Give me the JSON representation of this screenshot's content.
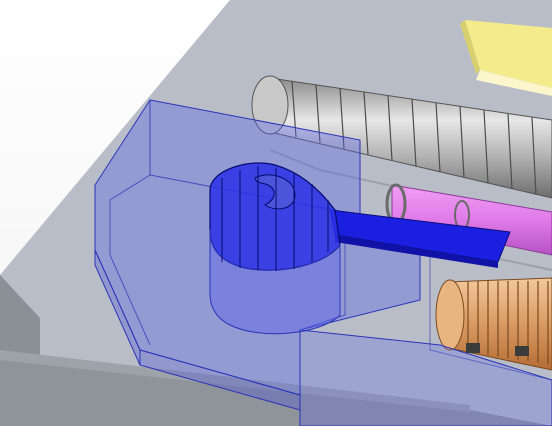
{
  "scene": {
    "colors": {
      "background_top": "#ffffff",
      "background_bottom": "#f3f3f3",
      "base_plate_top": "#b9bdc7",
      "base_plate_edge": "#8b9096",
      "enclosure_transparent": "#5a63e8",
      "enclosure_edges": "#2b34b8",
      "coil_dark_blue": "#1b1fe0",
      "steel_cylinder": "#a7a7a7",
      "pink_tube": "#e07ae9",
      "copper_coil": "#d99b63",
      "yellow_part": "#f4eb8c"
    },
    "components": [
      {
        "name": "base-plate"
      },
      {
        "name": "transparent-enclosure"
      },
      {
        "name": "magnet-coil"
      },
      {
        "name": "blue-beam-duct"
      },
      {
        "name": "gray-cylinder"
      },
      {
        "name": "pink-tube"
      },
      {
        "name": "copper-coil"
      },
      {
        "name": "yellow-part"
      }
    ]
  }
}
